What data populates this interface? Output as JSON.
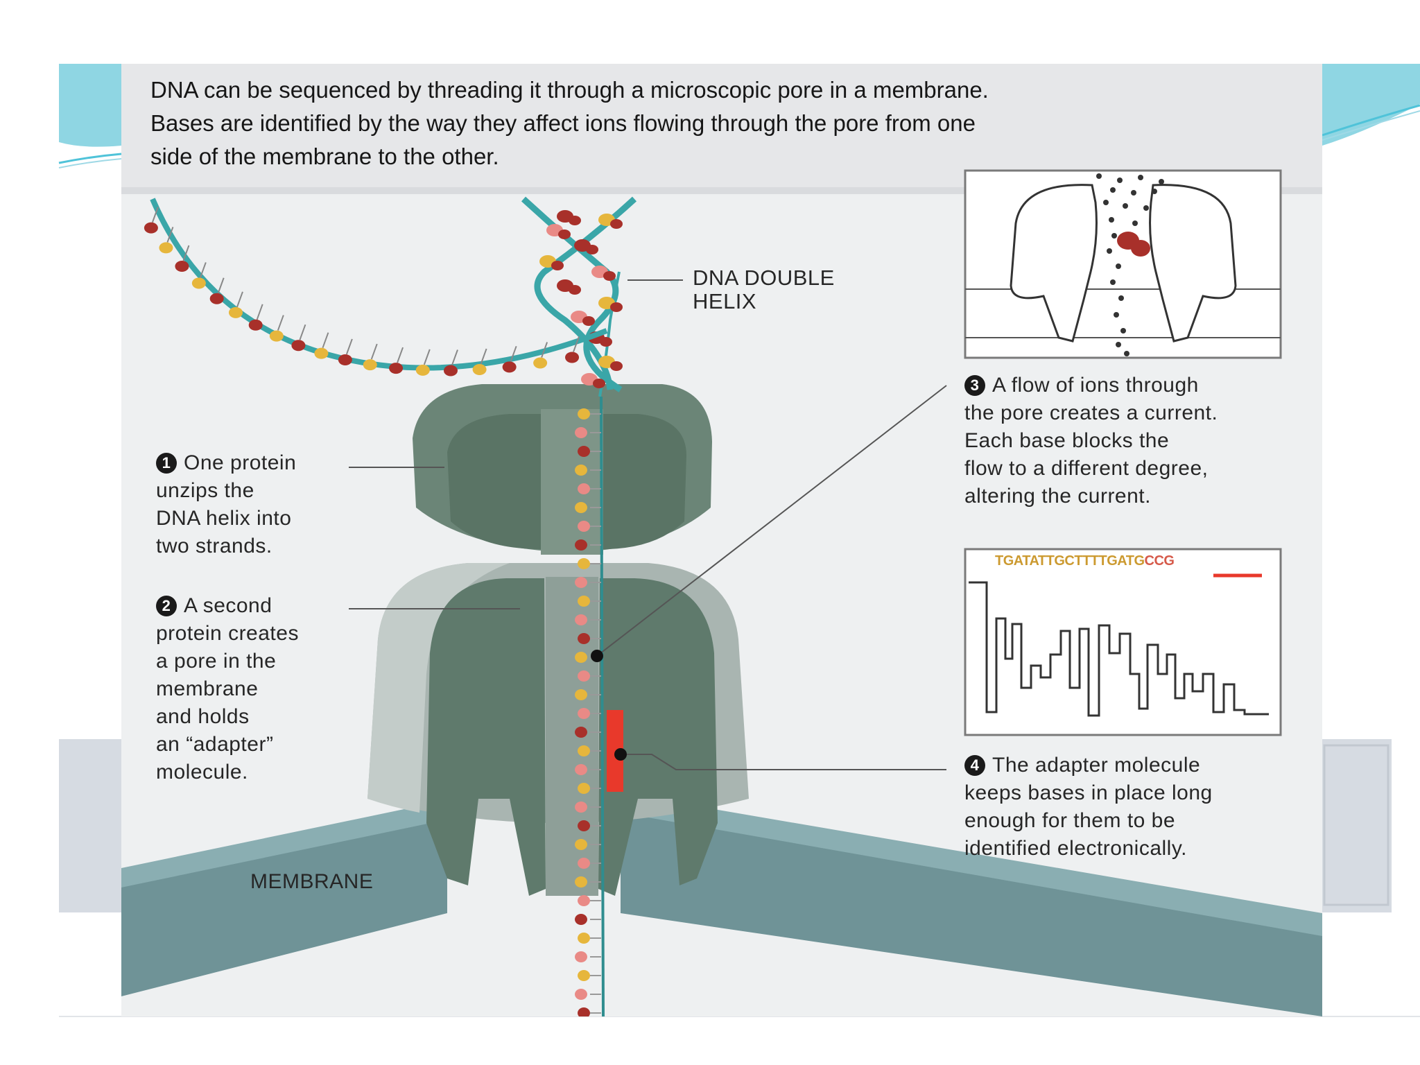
{
  "intro": {
    "line1": "DNA can be sequenced by threading it through a microscopic pore in a membrane.",
    "line2": "Bases are identified by the way they affect ions flowing through the pore from one",
    "line3": "side of the membrane to the other."
  },
  "labels": {
    "helix_line1": "DNA DOUBLE",
    "helix_line2": "HELIX",
    "membrane": "MEMBRANE"
  },
  "steps": [
    {
      "number": "1",
      "lines": [
        "One protein",
        "unzips the",
        "DNA helix into",
        "two strands."
      ]
    },
    {
      "number": "2",
      "lines": [
        "A second",
        "protein creates",
        "a pore in the",
        "membrane",
        "and holds",
        "an “adapter”",
        "molecule."
      ]
    },
    {
      "number": "3",
      "lines": [
        "A flow of ions through",
        "the pore creates a current.",
        "Each base blocks the",
        "flow to a different degree,",
        "altering the current."
      ]
    },
    {
      "number": "4",
      "lines": [
        "The adapter molecule",
        "keeps bases in place long",
        "enough for them to be",
        "identified electronically."
      ]
    }
  ],
  "sequence_readout": {
    "text_a": "TGATATTGCTTTTGATG",
    "text_b": "CCG"
  },
  "colors": {
    "slide_accent": "#4fc3d9",
    "protein": "#5f7a6c",
    "pore_shell": "#a9b5b1",
    "membrane": "#7d9ea3",
    "dna_backbone": "#3aa6a8",
    "adapter": "#e8392b",
    "base_red": "#a8302a",
    "base_yellow": "#e6b63c",
    "base_pink": "#e98a86"
  }
}
